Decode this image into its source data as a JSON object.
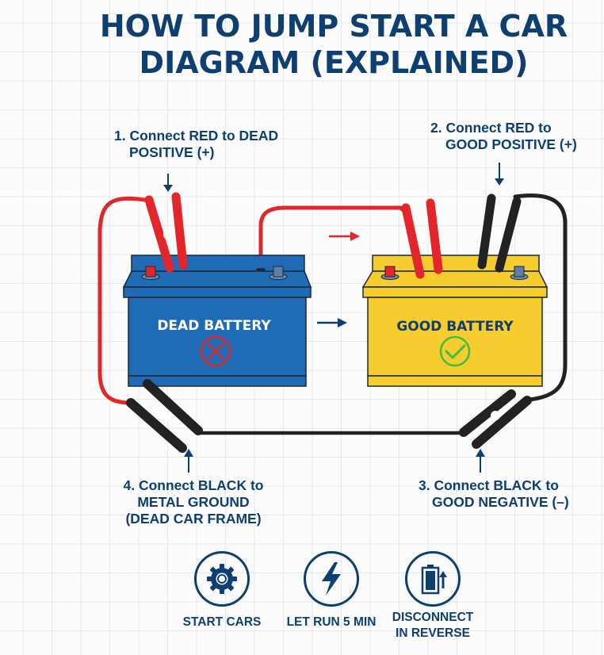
{
  "title": {
    "line1": "HOW TO JUMP START A CAR",
    "line2": "DIAGRAM (EXPLAINED)"
  },
  "colors": {
    "title_navy": "#0d3f70",
    "dead_battery": "#1f6bb5",
    "good_battery": "#f7cc2e",
    "red_cable": "#e3262a",
    "black_cable": "#222222",
    "x_mark": "#e3262a",
    "check_mark": "#3fbf3f"
  },
  "steps_labels": {
    "step1": {
      "line1": "1. Connect RED to DEAD",
      "line2": "POSITIVE (+)"
    },
    "step2": {
      "line1": "2. Connect RED to",
      "line2": "GOOD POSITIVE (+)"
    },
    "step3": {
      "line1": "3. Connect BLACK to",
      "line2": "GOOD NEGATIVE (–)"
    },
    "step4": {
      "line1": "4. Connect BLACK to",
      "line2": "METAL GROUND",
      "line3": "(DEAD CAR FRAME)"
    }
  },
  "batteries": {
    "dead": {
      "label": "DEAD BATTERY",
      "status_icon": "x-circle-icon"
    },
    "good": {
      "label": "GOOD BATTERY",
      "status_icon": "check-circle-icon"
    }
  },
  "final_steps": [
    {
      "icon": "gear-icon",
      "line1": "START CARS",
      "line2": ""
    },
    {
      "icon": "lightning-icon",
      "line1": "LET RUN 5 MIN",
      "line2": ""
    },
    {
      "icon": "battery-up-icon",
      "line1": "DISCONNECT",
      "line2": "IN REVERSE"
    }
  ]
}
